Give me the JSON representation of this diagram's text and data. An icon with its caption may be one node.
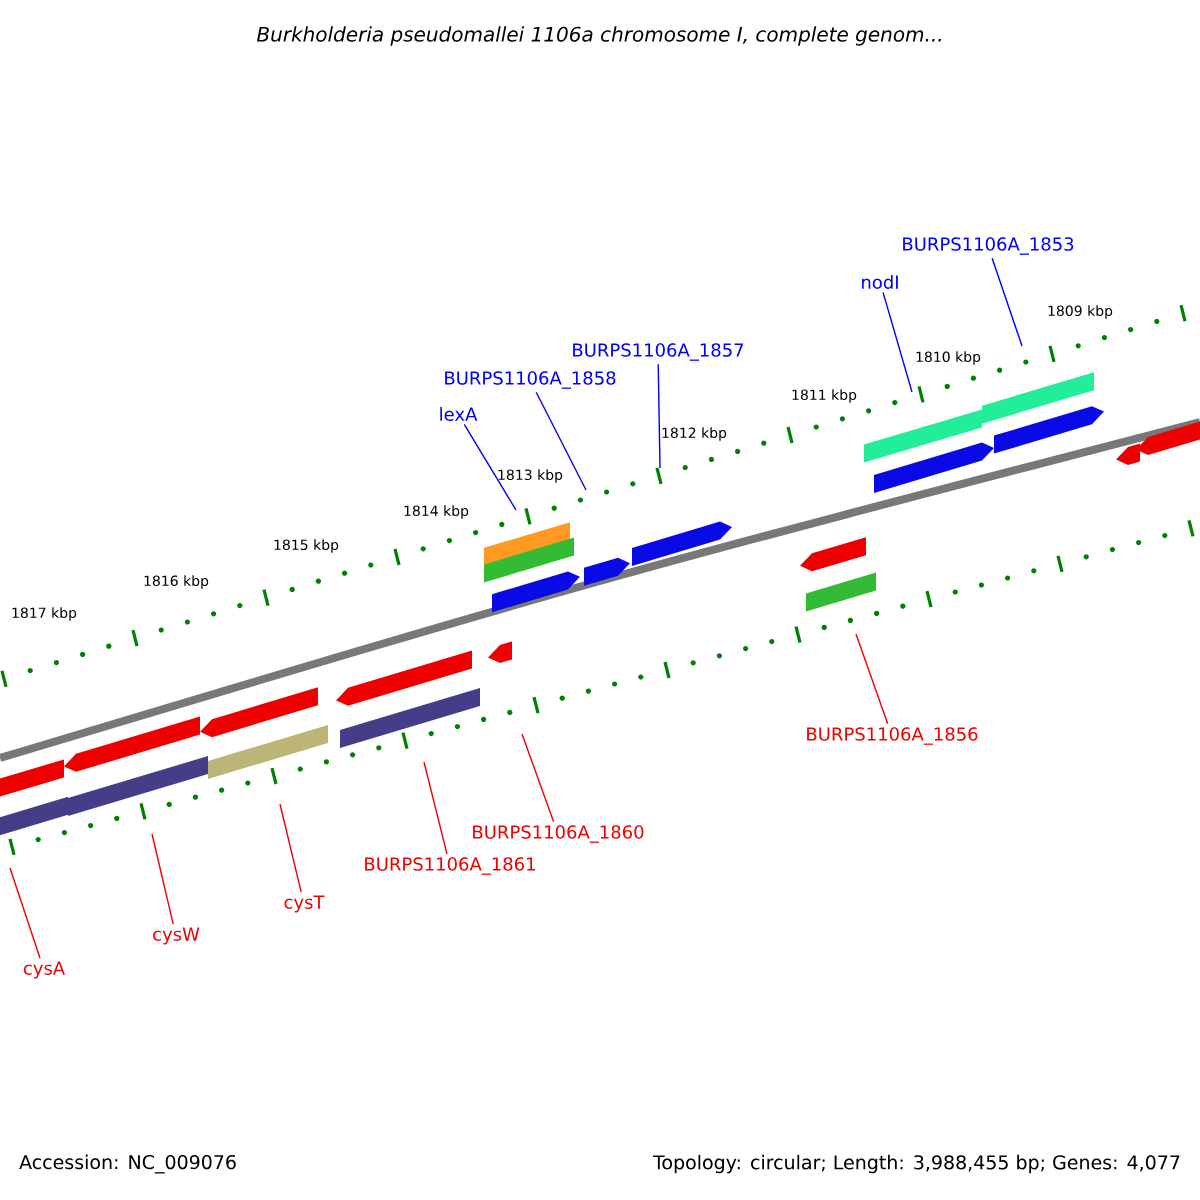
{
  "diagram": {
    "title": "Burkholderia pseudomallei 1106a chromosome I, complete genom...",
    "nodes": [
      {
        "text": [
          "lexA"
        ]
      },
      {
        "text": [
          "BURPS1106A_1858"
        ]
      },
      {
        "text": [
          "BURPS1106A_1857"
        ]
      },
      {
        "text": [
          "nodI"
        ]
      },
      {
        "text": [
          "BURPS1106A_1853"
        ]
      },
      {
        "text": [
          "BURPS1106A_1856"
        ]
      },
      {
        "text": [
          "BURPS1106A_1860"
        ]
      },
      {
        "text": [
          "BURPS1106A_1861"
        ]
      },
      {
        "text": [
          "cysT"
        ]
      },
      {
        "text": [
          "cysW"
        ]
      },
      {
        "text": [
          "cysA"
        ]
      }
    ],
    "edges": [
      {
        "from": 0,
        "to": null,
        "arrow": "none",
        "color": "#0000ff"
      },
      {
        "from": 1,
        "to": null,
        "arrow": "none",
        "color": "#0000ff"
      },
      {
        "from": 2,
        "to": null,
        "arrow": "none",
        "color": "#0000ff"
      },
      {
        "from": 3,
        "to": null,
        "arrow": "none",
        "color": "#0000ff"
      },
      {
        "from": 4,
        "to": null,
        "arrow": "none",
        "color": "#0000ff"
      },
      {
        "from": 5,
        "to": null,
        "arrow": "none"
      },
      {
        "from": 6,
        "to": null,
        "arrow": "none"
      },
      {
        "from": 7,
        "to": null,
        "arrow": "none"
      },
      {
        "from": 8,
        "to": null,
        "arrow": "none"
      },
      {
        "from": 9,
        "to": null,
        "arrow": "none"
      },
      {
        "from": 10,
        "to": null,
        "arrow": "none"
      }
    ],
    "labels": [
      "1809 kbp",
      "1810 kbp",
      "1811 kbp",
      "1812 kbp",
      "1813 kbp",
      "1814 kbp",
      "1815 kbp",
      "1816 kbp",
      "1817 kbp",
      "Accession: NC_009076",
      "Topology: circular; Length: 3,988,455 bp; Genes: 4,077"
    ]
  }
}
